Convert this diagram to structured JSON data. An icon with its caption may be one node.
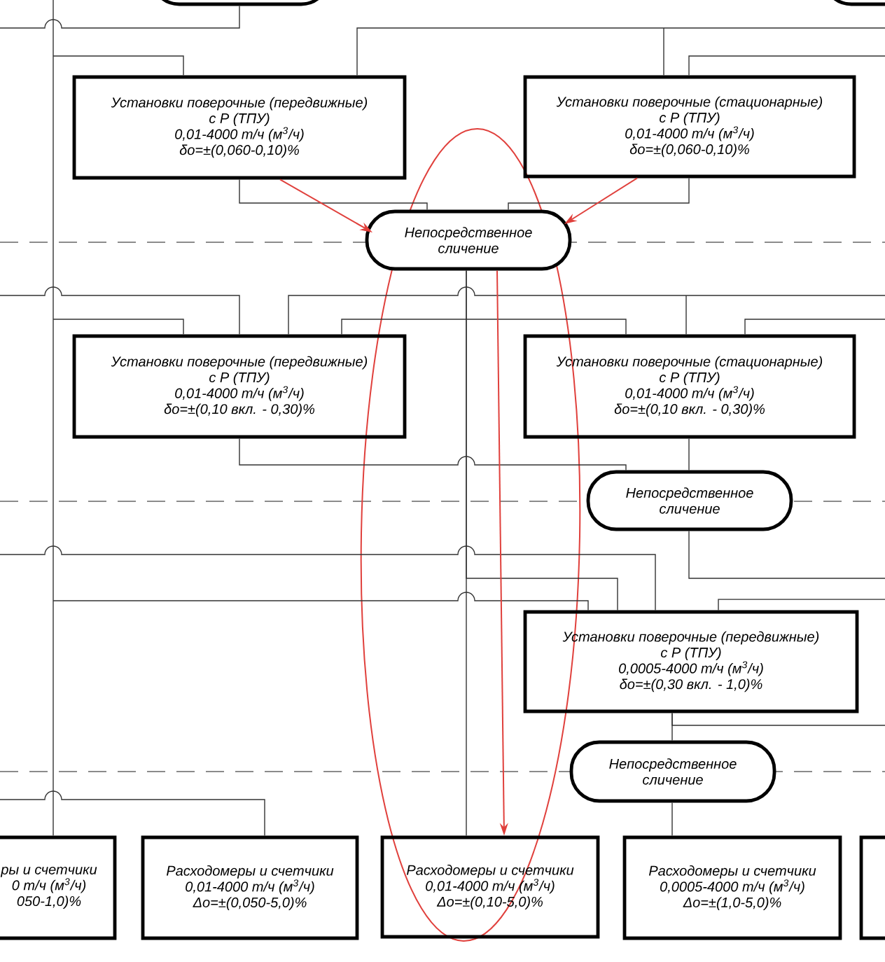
{
  "diagram": {
    "nodes": [
      {
        "text": [],
        "shape": "box"
      },
      {
        "text": [],
        "shape": "box"
      },
      {
        "text": [
          "Установки поверочные (передвижные)",
          "с Р (ТПУ)",
          "0,01-4000 т/ч (м$^{3}$/ч)",
          "δо=±(0,060-0,10)%"
        ]
      },
      {
        "text": [
          "Установки поверочные (стационарные)",
          "с Р (ТПУ)",
          "0,01-4000 т/ч (м$^{3}$/ч)",
          "δо=±(0,060-0,10)%"
        ]
      },
      {
        "text": [
          "Непосредственное сличение"
        ]
      },
      {
        "text": [
          "Установки поверочные (передвижные)",
          "с Р (ТПУ)",
          "0,01-4000 т/ч (м$^{3}$/ч)",
          "δо=±(0,10 вкл. - 0,30)%"
        ]
      },
      {
        "text": [
          "Установки поверочные (стационарные)",
          "с Р (ТПУ)",
          "0,01-4000 т/ч (м$^{3}$/ч)",
          "δо=±(0,10 вкл. - 0,30)%"
        ]
      },
      {
        "text": [
          "Непосредственное сличение"
        ]
      },
      {
        "text": [
          "Установки поверочные (передвижные)",
          "с Р (ТПУ)",
          "0,0005-4000 т/ч (м$^{3}$/ч)",
          "δо=±(0,30 вкл. - 1,0)%"
        ]
      },
      {
        "text": [
          "Непосредственное сличение"
        ]
      },
      {
        "text": [
          "ры и счетчики",
          "0 т/ч (м$^{3}$/ч)",
          "050-1,0)%"
        ]
      },
      {
        "text": [
          "Расходомеры и счетчики",
          "0,01-4000 т/ч (м$^{3}$/ч)",
          "Δо=±(0,050-5,0)%"
        ]
      },
      {
        "text": [
          "Расходомеры и счетчики",
          "0,01-4000 т/ч (м$^{3}$/ч)",
          "Δо=±(0,10-5,0)%"
        ]
      },
      {
        "text": [
          "Расходомеры и счетчики",
          "0,0005-4000 т/ч (м$^{3}$/ч)",
          "Δо=±(1,0-5,0)%"
        ]
      },
      {
        "text": [],
        "shape": "box"
      }
    ],
    "edges": [
      {
        "from": null,
        "to": 10,
        "arrow": "none"
      },
      {
        "from": 0,
        "to": null,
        "arrow": "none"
      },
      {
        "from": null,
        "to": 2,
        "arrow": "none"
      },
      {
        "from": null,
        "to": 2,
        "arrow": "none"
      },
      {
        "from": null,
        "to": 3,
        "arrow": "none"
      },
      {
        "from": null,
        "to": 3,
        "arrow": "none"
      },
      {
        "from": 2,
        "to": 4,
        "arrow": "none"
      },
      {
        "from": 3,
        "to": 4,
        "arrow": "none"
      },
      {
        "from": 4,
        "to": 12,
        "arrow": "none"
      },
      {
        "from": null,
        "to": 5,
        "arrow": "none"
      },
      {
        "from": null,
        "to": 5,
        "arrow": "none"
      },
      {
        "from": null,
        "to": 5,
        "arrow": "none"
      },
      {
        "from": null,
        "to": 6,
        "arrow": "none"
      },
      {
        "from": 5,
        "to": 6,
        "arrow": "none"
      },
      {
        "from": null,
        "to": 6,
        "arrow": "none"
      },
      {
        "from": 5,
        "to": 7,
        "arrow": "none"
      },
      {
        "from": 6,
        "to": 7,
        "arrow": "none"
      },
      {
        "from": 7,
        "to": null,
        "arrow": "none"
      },
      {
        "from": null,
        "to": 8,
        "arrow": "none"
      },
      {
        "from": 4,
        "to": 8,
        "arrow": "none"
      },
      {
        "from": null,
        "to": 8,
        "arrow": "none"
      },
      {
        "from": null,
        "to": 8,
        "arrow": "none"
      },
      {
        "from": 8,
        "to": 9,
        "arrow": "none"
      },
      {
        "from": 8,
        "to": null,
        "arrow": "none"
      },
      {
        "from": 9,
        "to": 13,
        "arrow": "none"
      },
      {
        "from": null,
        "to": 11,
        "arrow": "none"
      },
      {
        "from": 2,
        "to": 4,
        "arrow": "to",
        "color": "#e0403c"
      },
      {
        "from": 3,
        "to": 4,
        "arrow": "to",
        "color": "#e0403c"
      },
      {
        "from": 4,
        "to": 12,
        "arrow": "to",
        "color": "#e0403c"
      }
    ]
  }
}
